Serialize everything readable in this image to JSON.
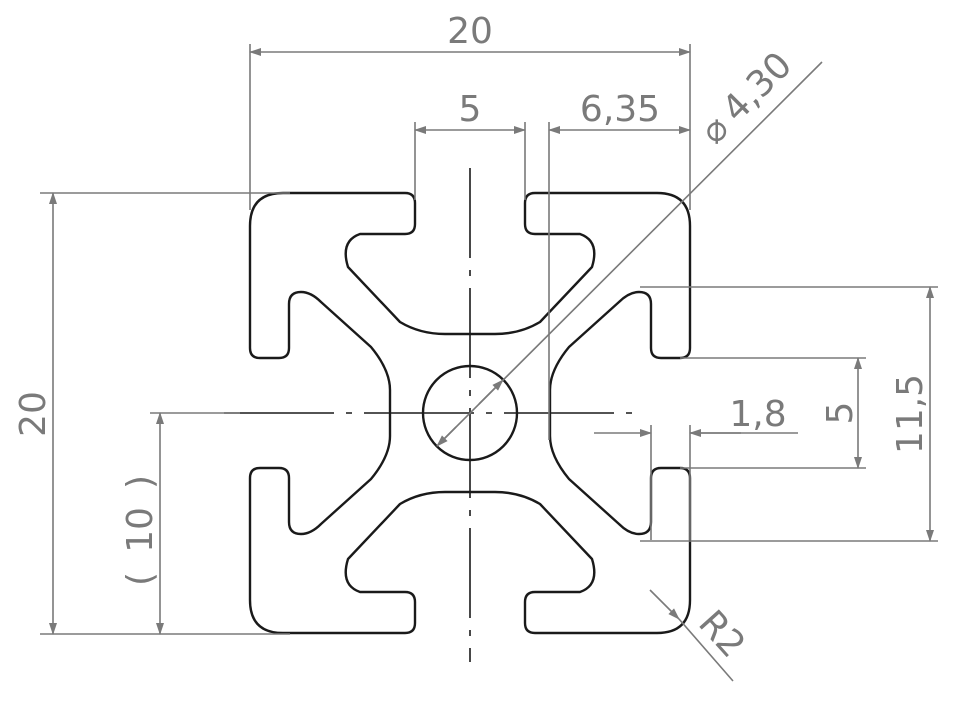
{
  "colors": {
    "profile": "#1a1a1a",
    "dimension": "#7a7a7a",
    "centerline": "#1a1a1a"
  },
  "dimensions": {
    "overall_width": "20",
    "slot_width": "5",
    "slot_offset": "6,35",
    "bore_diameter": "4,30",
    "diameter_symbol": "⌀",
    "overall_height": "20",
    "half_height": "10",
    "paren_open": "(",
    "paren_close": ")",
    "wall_thickness": "1,8",
    "slot_height": "5",
    "slot_depth": "11,5",
    "corner_radius": "R2"
  }
}
